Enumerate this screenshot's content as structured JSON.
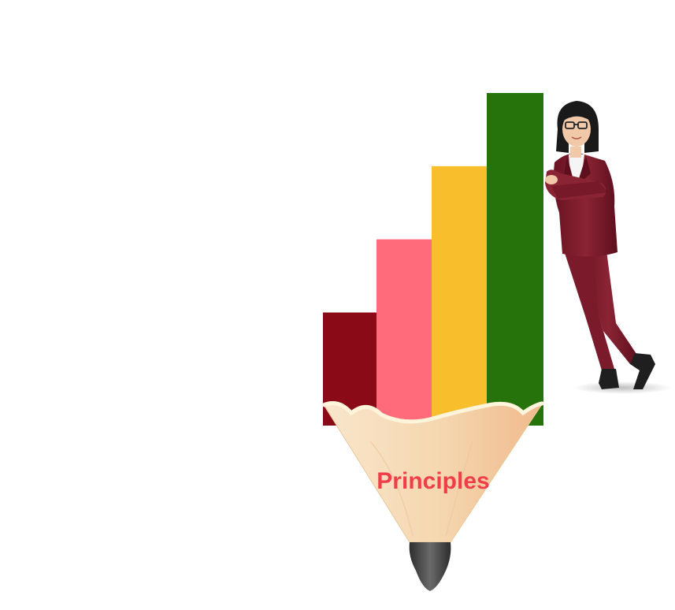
{
  "pencil": {
    "label": "Principles",
    "label_color": "#ef3e4a",
    "wood_color": "#f6d9b4",
    "lead_color": "#4a4a4a",
    "bars": [
      {
        "name": "bar-dark-red",
        "color": "#8b0a17",
        "level": 0.34
      },
      {
        "name": "bar-pink",
        "color": "#ff6b7a",
        "level": 0.56
      },
      {
        "name": "bar-yellow",
        "color": "#f8be2b",
        "level": 0.78
      },
      {
        "name": "bar-green",
        "color": "#26730b",
        "level": 1.0
      }
    ]
  },
  "figure": {
    "suit_color": "#7d1a2b",
    "hair_color": "#1a1a1a",
    "skin_color": "#f2c9a8",
    "shirt_color": "#f5f5f5",
    "shoe_color": "#222222"
  }
}
